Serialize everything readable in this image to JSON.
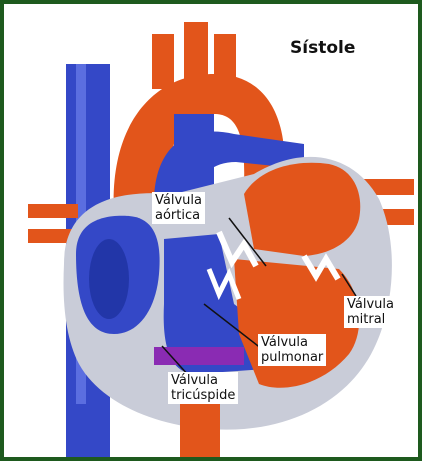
{
  "title": "Sístole",
  "labels": {
    "aortic_valve": [
      "Válvula",
      "aórtica"
    ],
    "mitral_valve": [
      "Válvula",
      "mitral"
    ],
    "pulmonary_valve": [
      "Válvula",
      "pulmonar"
    ],
    "tricuspid_valve": [
      "Válvula",
      "tricúspide"
    ]
  },
  "colors": {
    "frame": "#1e5a1e",
    "oxygenated": "#e2551b",
    "deoxygenated": "#3448c7",
    "wall": "#c9ccd8",
    "tricuspid": "#8a2bb3"
  }
}
